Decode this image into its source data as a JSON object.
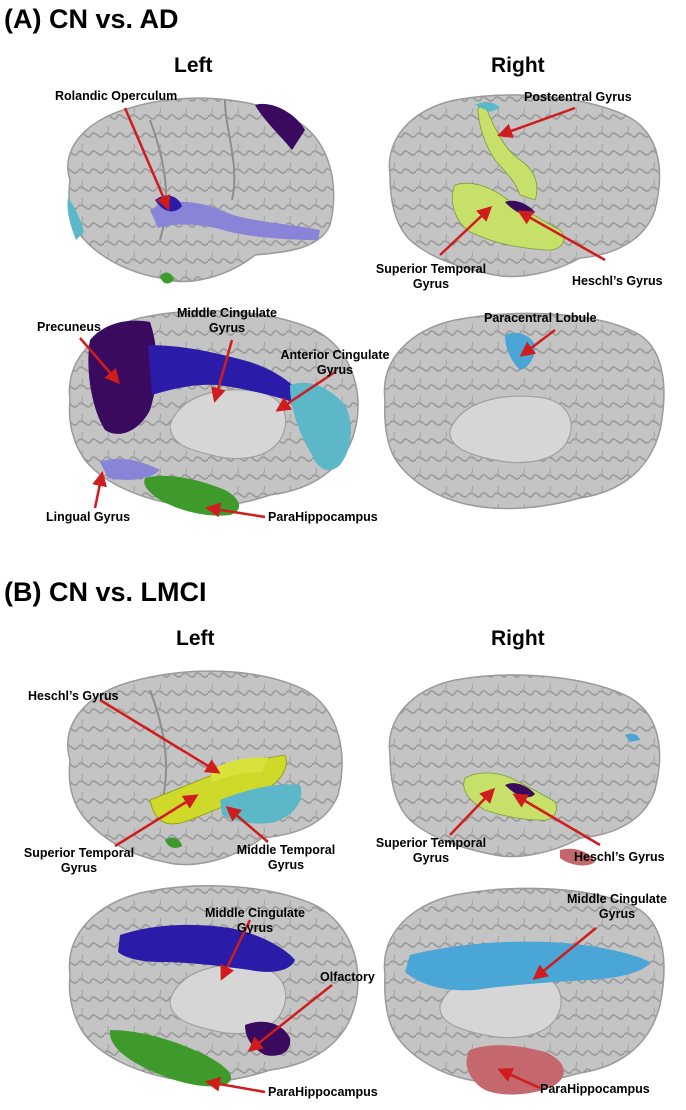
{
  "sectionA": {
    "title": "(A) CN vs. AD",
    "left_header": "Left",
    "right_header": "Right",
    "labels": {
      "rolandic": "Rolandic Operculum",
      "postcentral": "Postcentral Gyrus",
      "sup_temporal_1": "Superior Temporal",
      "sup_temporal_2": "Gyrus",
      "heschl": "Heschl’s Gyrus",
      "precuneus": "Precuneus",
      "mid_cing_1": "Middle Cingulate",
      "mid_cing_2": "Gyrus",
      "ant_cing_1": "Anterior Cingulate",
      "ant_cing_2": "Gyrus",
      "paracentral": "Paracentral Lobule",
      "lingual": "Lingual Gyrus",
      "parahippo": "ParaHippocampus"
    }
  },
  "sectionB": {
    "title": "(B) CN vs. LMCI",
    "left_header": "Left",
    "right_header": "Right",
    "labels": {
      "heschl_left": "Heschl’s Gyrus",
      "sup_temporal_left_1": "Superior Temporal",
      "sup_temporal_left_2": "Gyrus",
      "mid_temporal_1": "Middle Temporal",
      "mid_temporal_2": "Gyrus",
      "sup_temporal_right_1": "Superior Temporal",
      "sup_temporal_right_2": "Gyrus",
      "heschl_right": "Heschl’s Gyrus",
      "mid_cing_left_1": "Middle Cingulate",
      "mid_cing_left_2": "Gyrus",
      "olfactory": "Olfactory",
      "parahippo_left": "ParaHippocampus",
      "mid_cing_right_1": "Middle Cingulate",
      "mid_cing_right_2": "Gyrus",
      "parahippo_right": "ParaHippocampus"
    }
  },
  "colors": {
    "brain": "#c4c4c4",
    "sulcus": "#8e8e8e",
    "arrow": "#d01c1c",
    "dark_purple": "#3a0a5e",
    "blue": "#2a1ca8",
    "light_purple": "#8a84d8",
    "cyan": "#5cb8c8",
    "sky_blue": "#4aa6d6",
    "yellow_green": "#c6e06a",
    "yellow": "#cfd92a",
    "green": "#3f9a2c",
    "pink": "#c4686e"
  }
}
